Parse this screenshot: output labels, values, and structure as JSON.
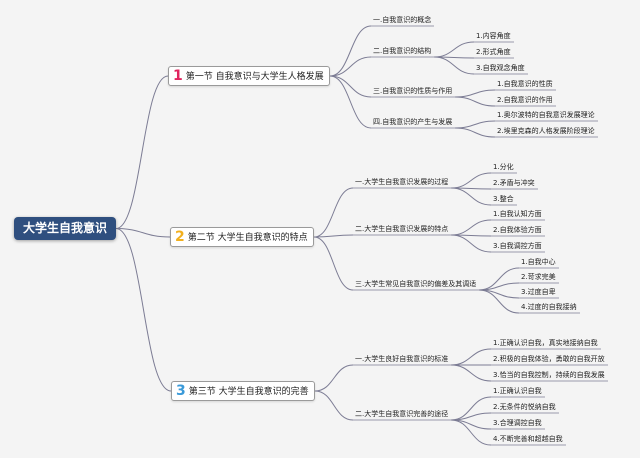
{
  "root": "大学生自我意识",
  "colors": {
    "root_bg": "#2f4f7f",
    "chapter_num_1": "#e0245e",
    "chapter_num_2": "#f2b01e",
    "chapter_num_3": "#3a9ad9",
    "edge": "#7c7c94"
  },
  "chapters": [
    {
      "num": "1",
      "title": "第一节 自我意识与大学生人格发展",
      "sections": [
        {
          "label": "一.自我意识的概念",
          "items": []
        },
        {
          "label": "二.自我意识的结构",
          "items": [
            "1.内容角度",
            "2.形式角度",
            "3.自我观念角度"
          ]
        },
        {
          "label": "三.自我意识的性质与作用",
          "items": [
            "1.自我意识的性质",
            "2.自我意识的作用"
          ]
        },
        {
          "label": "四.自我意识的产生与发展",
          "items": [
            "1.奥尔波特的自我意识发展理论",
            "2.埃里克森的人格发展阶段理论"
          ]
        }
      ]
    },
    {
      "num": "2",
      "title": "第二节 大学生自我意识的特点",
      "sections": [
        {
          "label": "一.大学生自我意识发展的过程",
          "items": [
            "1.分化",
            "2.矛盾与冲突",
            "3.整合"
          ]
        },
        {
          "label": "二.大学生自我意识发展的特点",
          "items": [
            "1.自我认知方面",
            "2.自我体验方面",
            "3.自我调控方面"
          ]
        },
        {
          "label": "三.大学生常见自我意识的偏差及其调适",
          "items": [
            "1.自我中心",
            "2.苛求完美",
            "3.过度自卑",
            "4.过度的自我接纳"
          ]
        }
      ]
    },
    {
      "num": "3",
      "title": "第三节 大学生自我意识的完善",
      "sections": [
        {
          "label": "一.大学生良好自我意识的标准",
          "items": [
            "1.正确认识自我，真实地接纳自我",
            "2.积极的自我体验，勇敢的自我开放",
            "3.恰当的自我控制，持续的自我发展"
          ]
        },
        {
          "label": "二.大学生自我意识完善的途径",
          "items": [
            "1.正确认识自我",
            "2.无条件的悦纳自我",
            "3.合理调控自我",
            "4.不断完善和超越自我"
          ]
        }
      ]
    }
  ]
}
